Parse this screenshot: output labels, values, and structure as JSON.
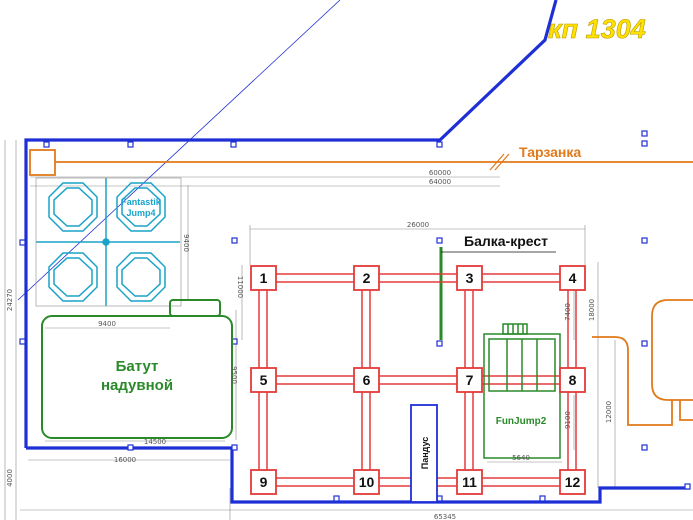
{
  "plan_title": "кп 1304",
  "labels": {
    "zipline": "Тарзанка",
    "beam_cross": "Балка-крест",
    "batut_line1": "Батут",
    "batut_line2": "надувной",
    "fantastik_line1": "Fantastik",
    "fantastik_line2": "Jump4",
    "funjump2": "FunJump2",
    "ramp": "Пандус"
  },
  "posts": [
    "1",
    "2",
    "3",
    "4",
    "5",
    "6",
    "7",
    "8",
    "9",
    "10",
    "11",
    "12"
  ],
  "dimensions": {
    "d60000": "60000",
    "d64000": "64000",
    "d26000": "26000",
    "d9400_h": "9400",
    "d9400_v": "9400",
    "d14500": "14500",
    "d16000": "16000",
    "d9500": "9500",
    "d11000": "11000",
    "d18000": "18000",
    "d12000": "12000",
    "d7400": "7400",
    "d9100": "9100",
    "d5640": "5640",
    "d24270": "24270",
    "d4000": "4000",
    "d65345": "65345"
  },
  "colors": {
    "boundary": "#1f2fd6",
    "frame": "#e33b3b",
    "zipline": "#e07a1a",
    "batut": "#2a8a2a",
    "fantastik": "#1aa3c8",
    "title": "#ffe100"
  }
}
